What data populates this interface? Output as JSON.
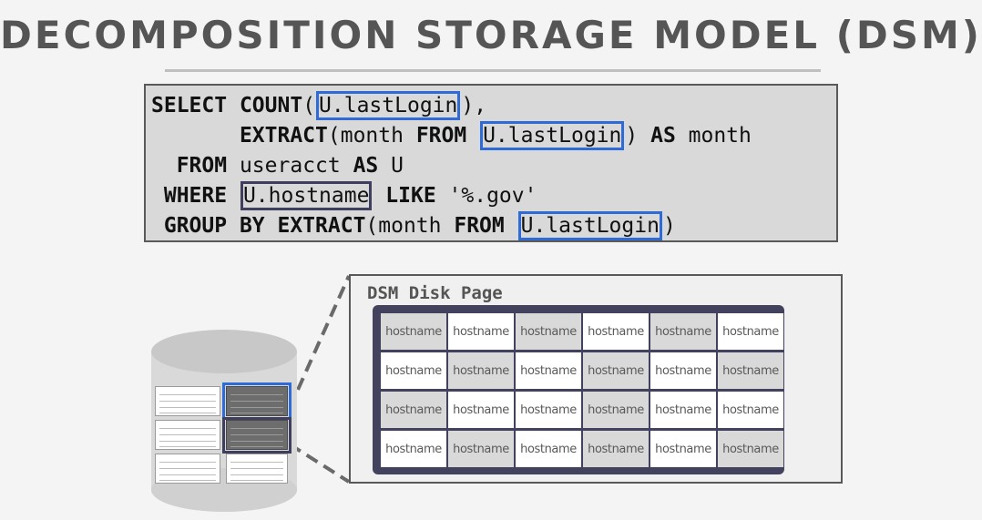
{
  "slide": {
    "title": "DECOMPOSITION STORAGE MODEL (DSM)"
  },
  "sql": {
    "line1": {
      "kw1": "SELECT ",
      "kw2": "COUNT",
      "p1": "(",
      "hl": "U.lastLogin",
      "p2": "),"
    },
    "line2": {
      "indent": "       ",
      "kw1": "EXTRACT",
      "p1": "(month ",
      "kw2": "FROM ",
      "hl": "U.lastLogin",
      "p2": ") ",
      "kw3": "AS",
      "p3": " month"
    },
    "line3": {
      "indent": "  ",
      "kw1": "FROM ",
      "p1": "useracct ",
      "kw2": "AS",
      "p2": " U"
    },
    "line4": {
      "indent": " ",
      "kw1": "WHERE ",
      "hl": "U.hostname",
      "kw2": " LIKE",
      "p1": " '%.gov'"
    },
    "line5": {
      "indent": " ",
      "kw1": "GROUP BY ",
      "kw2": "EXTRACT",
      "p1": "(month ",
      "kw3": "FROM ",
      "hl": "U.lastLogin",
      "p2": ")"
    }
  },
  "disk_page": {
    "label": "DSM Disk Page",
    "cell_text": "hostname",
    "rows": [
      [
        "g",
        "w",
        "g",
        "w",
        "g",
        "w"
      ],
      [
        "w",
        "g",
        "w",
        "g",
        "w",
        "g"
      ],
      [
        "g",
        "w",
        "w",
        "g",
        "w",
        "w"
      ],
      [
        "w",
        "g",
        "w",
        "g",
        "w",
        "g"
      ]
    ]
  },
  "colors": {
    "title": "#555555",
    "highlight_blue": "#2e6bd6",
    "highlight_dark": "#3e3f5f",
    "sql_background": "#d9d9d9"
  }
}
